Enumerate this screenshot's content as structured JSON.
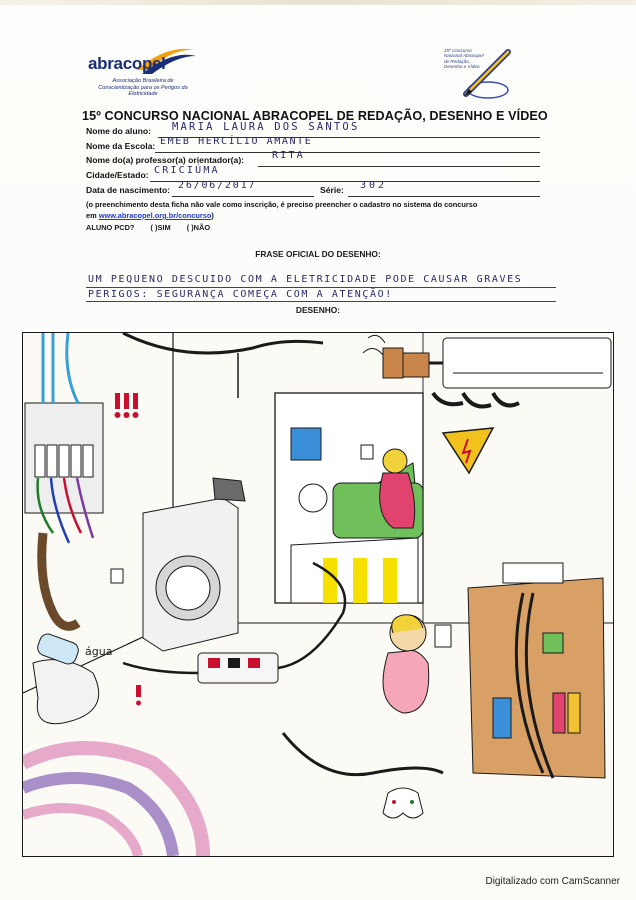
{
  "header": {
    "left_logo": {
      "name": "abracopel",
      "tagline": "Associação Brasileira de Conscientização para os Perigos da Eletricidade"
    },
    "right_logo": {
      "text": "15º Concurso Nacional Abracopel de Redação, Desenho e Vídeo"
    }
  },
  "form": {
    "title": "15º CONCURSO NACIONAL ABRACOPEL DE REDAÇÃO, DESENHO E VÍDEO",
    "fields": [
      {
        "label": "Nome do aluno:",
        "value": "MARIA LAURA DOS SANTOS"
      },
      {
        "label": "Nome da Escola:",
        "value": "EMEB HERCÍLIO AMANTE"
      },
      {
        "label": "Nome do(a) professor(a) orientador(a):",
        "value": "RITA"
      },
      {
        "label": "Cidade/Estado:",
        "value": "CRICIÚMA"
      },
      {
        "label": "Data de nascimento:",
        "value": "26/06/2017"
      },
      {
        "label": "Série:",
        "value": "302"
      }
    ],
    "notice_line1": "(o preenchimento desta ficha não vale como inscrição, é preciso preencher o cadastro no sistema do concurso",
    "notice_prefix": "em ",
    "notice_link": "www.abracopel.org.br/concurso",
    "notice_suffix": ")",
    "pcd_label": "ALUNO PCD?",
    "pcd_yes": "(    )SIM",
    "pcd_no": "(    )NÃO",
    "phrase_title": "FRASE OFICIAL DO DESENHO:",
    "phrase_line1": "UM PEQUENO DESCUIDO COM A ELETRICIDADE PODE CAUSAR GRAVES",
    "phrase_line2": "PERIGOS: SEGURANÇA COMEÇA COM A ATENÇÃO!",
    "drawing_label": "DESENHO:"
  },
  "drawing": {
    "water_label": "água",
    "colors": {
      "outline": "#1a1a1a",
      "wall": "#f3efe6",
      "sofa": "#6fbf5a",
      "dress": "#e0446e",
      "hair": "#f2d23a",
      "cable": "#222222",
      "shelf": "#c9854a",
      "warning": "#f1c21b",
      "danger_red": "#c8102e",
      "rug_purple": "#a88fc7",
      "rug_pink": "#e7a9c9",
      "stripes": "#f5e000"
    }
  },
  "footer": {
    "scanner_text": "Digitalizado com CamScanner"
  }
}
